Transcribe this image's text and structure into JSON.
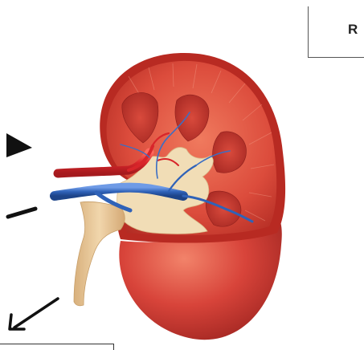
{
  "labels": {
    "top_right_box_text": "R"
  },
  "colors": {
    "cortex": "#d64a3a",
    "capsule": "#b82a22",
    "pyramid": "#c8342c",
    "pelvis": "#f1ddb6",
    "ureter": "#e9c89a",
    "artery": "#d8252a",
    "vein": "#2f62b8",
    "pointer": "#111111"
  },
  "icons": {
    "pointer_top": "arrow-head",
    "pointer_middle": "line",
    "pointer_bottom": "arrow"
  }
}
